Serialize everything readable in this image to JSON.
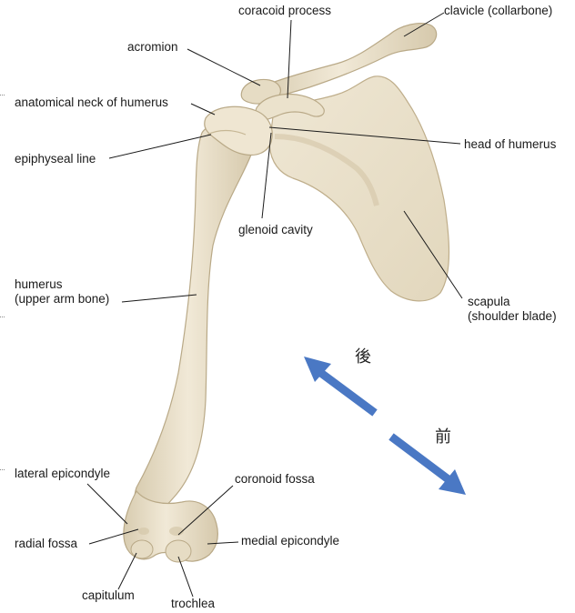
{
  "labels": {
    "coracoid_process": "coracoid process",
    "clavicle": "clavicle (collarbone)",
    "acromion": "acromion",
    "anatomical_neck": "anatomical neck of humerus",
    "head_of_humerus": "head of humerus",
    "epiphyseal_line": "epiphyseal line",
    "glenoid_cavity": "glenoid cavity",
    "humerus_line1": "humerus",
    "humerus_line2": "(upper arm bone)",
    "scapula_line1": "scapula",
    "scapula_line2": "(shoulder blade)",
    "lateral_epicondyle": "lateral epicondyle",
    "coronoid_fossa": "coronoid fossa",
    "radial_fossa": "radial fossa",
    "medial_epicondyle": "medial epicondyle",
    "capitulum": "capitulum",
    "trochlea": "trochlea"
  },
  "direction": {
    "posterior": "後",
    "anterior": "前",
    "arrow_color": "#4a78c4"
  },
  "colors": {
    "bone_fill": "#ece3cf",
    "bone_shade": "#d4c7aa",
    "bone_outline": "#b9a987",
    "leader_line": "#1a1a1a"
  }
}
